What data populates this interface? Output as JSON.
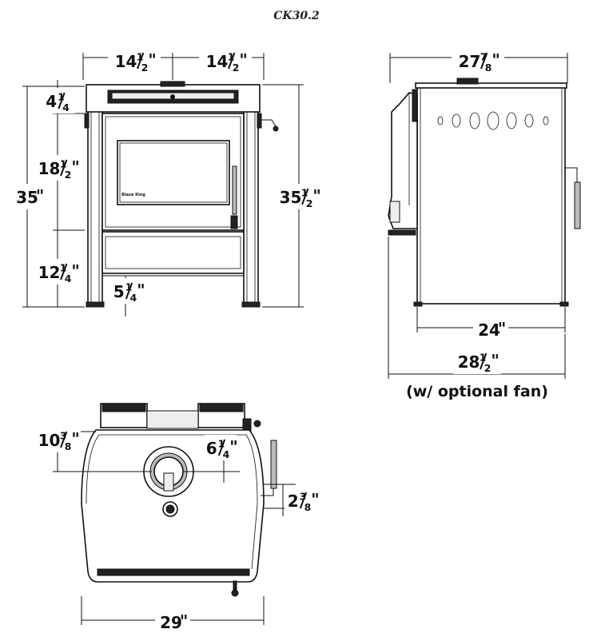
{
  "diagram": {
    "model": "CK30.2",
    "front_view": {
      "width_left": {
        "whole": "14",
        "num": "1",
        "den": "2",
        "unit": "\""
      },
      "width_right": {
        "whole": "14",
        "num": "1",
        "den": "2",
        "unit": "\""
      },
      "top_section": {
        "whole": "4",
        "num": "1",
        "den": "4",
        "unit": ""
      },
      "door_height": {
        "whole": "18",
        "num": "1",
        "den": "2",
        "unit": "\""
      },
      "overall_left": {
        "whole": "35",
        "num": "",
        "den": "",
        "unit": "\""
      },
      "overall_right": {
        "whole": "35",
        "num": "1",
        "den": "2",
        "unit": "\""
      },
      "base_height": {
        "whole": "12",
        "num": "1",
        "den": "4",
        "unit": "\""
      },
      "ash_depth": {
        "whole": "5",
        "num": "1",
        "den": "4",
        "unit": "\""
      },
      "badge": "Blaze King"
    },
    "side_view": {
      "depth_top": {
        "whole": "27",
        "num": "7",
        "den": "8",
        "unit": "\""
      },
      "body_depth": {
        "whole": "24",
        "num": "",
        "den": "",
        "unit": "\""
      },
      "depth_with_fan": {
        "whole": "28",
        "num": "1",
        "den": "2",
        "unit": "\""
      },
      "fan_note": "(w/ optional fan)"
    },
    "top_view": {
      "flue_offset": {
        "whole": "10",
        "num": "3",
        "den": "8",
        "unit": "\""
      },
      "flue_diameter": {
        "whole": "6",
        "num": "1",
        "den": "4",
        "unit": "\""
      },
      "handle_offset": {
        "whole": "2",
        "num": "3",
        "den": "8",
        "unit": "\""
      },
      "width": {
        "whole": "29",
        "num": "",
        "den": "",
        "unit": "\""
      }
    }
  }
}
